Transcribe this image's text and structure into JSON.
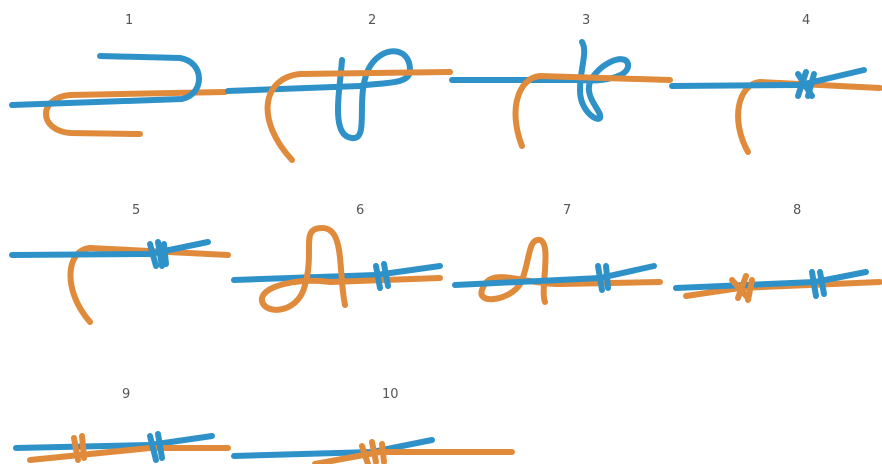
{
  "colors": {
    "rope_a": "#2e92c9",
    "rope_b": "#e08a3c"
  },
  "steps": [
    {
      "number": "1"
    },
    {
      "number": "2"
    },
    {
      "number": "3"
    },
    {
      "number": "4"
    },
    {
      "number": "5"
    },
    {
      "number": "6"
    },
    {
      "number": "7"
    },
    {
      "number": "8"
    },
    {
      "number": "9"
    },
    {
      "number": "10"
    }
  ]
}
